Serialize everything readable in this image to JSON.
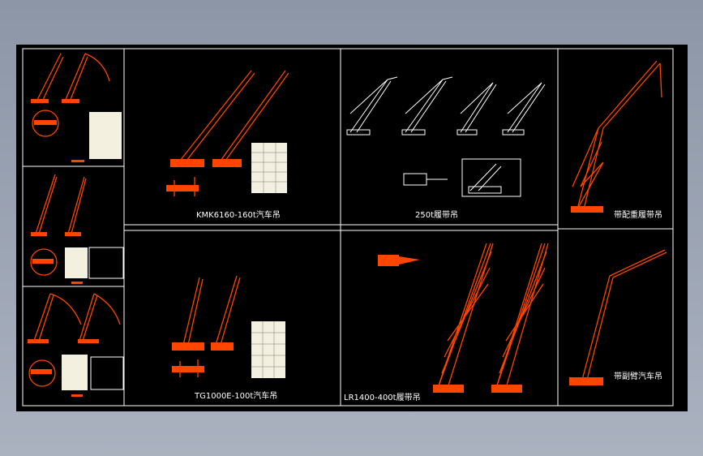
{
  "drawing": {
    "background_color": "#000000",
    "line_color": "#ffffff",
    "crane_color": "#ff4500",
    "table_color": "#f4f0e0",
    "panels": [
      {
        "id": "kmk6160",
        "label": "KMK6160-160t汽车吊"
      },
      {
        "id": "250t",
        "label": "250t履带吊"
      },
      {
        "id": "tg1000e",
        "label": "TG1000E-100t汽车吊"
      },
      {
        "id": "lr1400",
        "label": "LR1400-400t履带吊"
      },
      {
        "id": "luffing-crawler",
        "label": "带配重履带吊"
      },
      {
        "id": "jib-truck",
        "label": "带副臂汽车吊"
      }
    ]
  }
}
